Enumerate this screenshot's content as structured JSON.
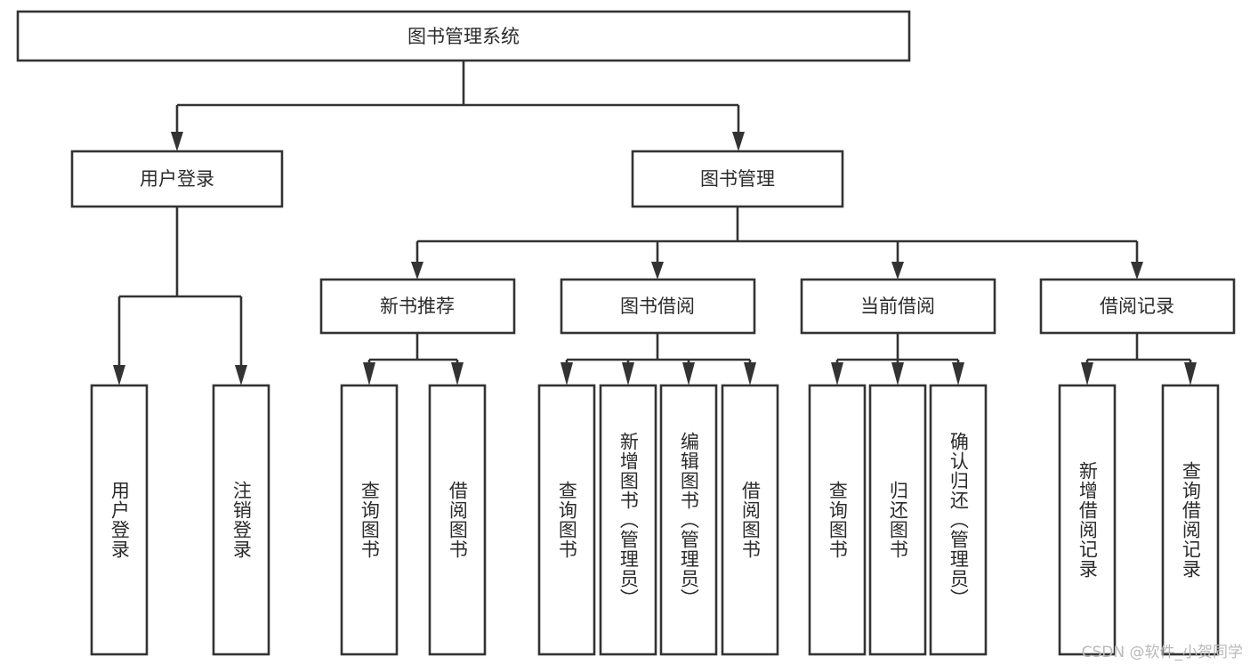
{
  "diagram": {
    "type": "tree",
    "title": "图书管理系统",
    "watermark": "CSDN @软件_小贺同学",
    "colors": {
      "box_stroke": "#333333",
      "box_fill": "#ffffff",
      "text": "#2b2b2b",
      "watermark": "#b9b9b9",
      "background": "#ffffff"
    },
    "root": {
      "label": "图书管理系统"
    },
    "level2": [
      {
        "label": "用户登录"
      },
      {
        "label": "图书管理"
      }
    ],
    "level3": [
      {
        "label": "新书推荐"
      },
      {
        "label": "图书借阅"
      },
      {
        "label": "当前借阅"
      },
      {
        "label": "借阅记录"
      }
    ],
    "leaves": {
      "user_login": [
        {
          "label": "用户登录"
        },
        {
          "label": "注销登录"
        }
      ],
      "new_book_recommend": [
        {
          "label": "查询图书"
        },
        {
          "label": "借阅图书"
        }
      ],
      "book_borrow": [
        {
          "label": "查询图书"
        },
        {
          "label": "新增图书（管理员）"
        },
        {
          "label": "编辑图书（管理员）"
        },
        {
          "label": "借阅图书"
        }
      ],
      "current_borrow": [
        {
          "label": "查询图书"
        },
        {
          "label": "归还图书"
        },
        {
          "label": "确认归还（管理员）"
        }
      ],
      "borrow_records": [
        {
          "label": "新增借阅记录"
        },
        {
          "label": "查询借阅记录"
        }
      ]
    }
  }
}
